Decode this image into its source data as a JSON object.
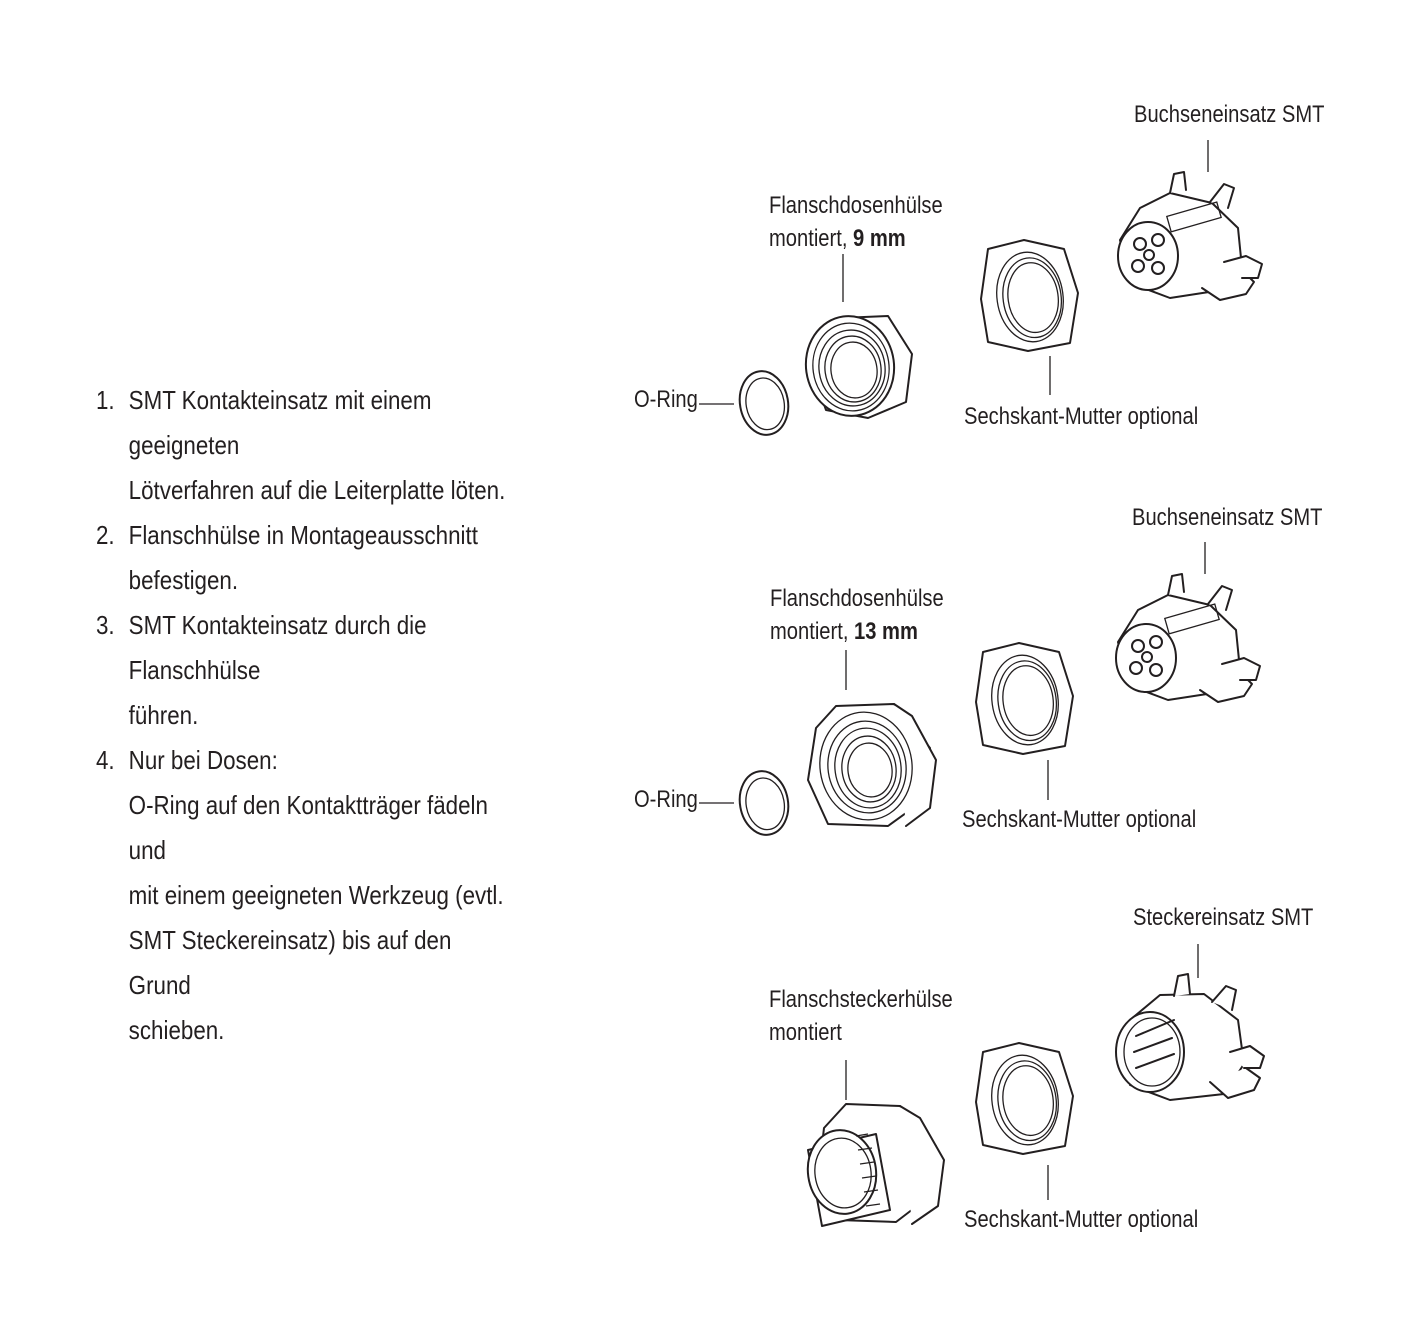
{
  "instructions": {
    "steps": [
      {
        "num": "1.",
        "lines": [
          "SMT Kontakteinsatz mit einem geeigneten",
          "Lötverfahren auf die Leiterplatte löten."
        ]
      },
      {
        "num": "2.",
        "lines": [
          "Flanschhülse in Montageausschnitt",
          "befestigen."
        ]
      },
      {
        "num": "3.",
        "lines": [
          "SMT Kontakteinsatz durch die Flanschhülse",
          "führen."
        ]
      },
      {
        "num": "4.",
        "lines": [
          "Nur bei Dosen:",
          "O-Ring auf den Kontaktträger fädeln und",
          "mit einem geeigneten Werkzeug (evtl.",
          "SMT Steckereinsatz) bis auf den Grund",
          "schieben."
        ]
      }
    ]
  },
  "assemblies": [
    {
      "insert_label": "Buchseneinsatz SMT",
      "housing_label_line1": "Flanschdosenhülse",
      "housing_label_line2_prefix": "montiert, ",
      "housing_label_line2_bold": "9 mm",
      "oring_label": "O-Ring",
      "nut_label": "Sechskant-Mutter optional"
    },
    {
      "insert_label": "Buchseneinsatz SMT",
      "housing_label_line1": "Flanschdosenhülse",
      "housing_label_line2_prefix": "montiert, ",
      "housing_label_line2_bold": "13 mm",
      "oring_label": "O-Ring",
      "nut_label": "Sechskant-Mutter optional"
    },
    {
      "insert_label": "Steckereinsatz SMT",
      "housing_label_line1": "Flanschsteckerhülse",
      "housing_label_line2_prefix": "montiert",
      "housing_label_line2_bold": "",
      "nut_label": "Sechskant-Mutter optional"
    }
  ]
}
